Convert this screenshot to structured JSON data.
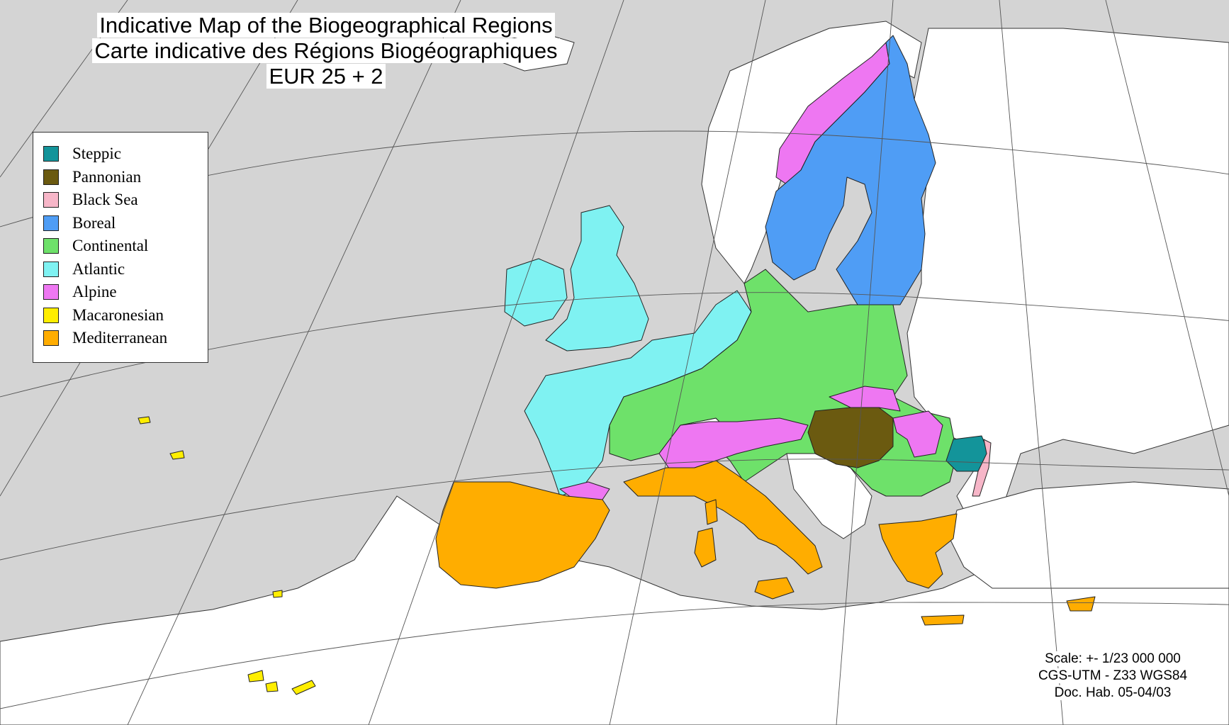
{
  "title": {
    "line1": "Indicative Map of the Biogeographical Regions",
    "line2": "Carte indicative des Régions Biogéographiques",
    "line3": "EUR 25 + 2"
  },
  "legend": {
    "items": [
      {
        "label": "Steppic",
        "color": "#13949a"
      },
      {
        "label": "Pannonian",
        "color": "#6b5a10"
      },
      {
        "label": "Black Sea",
        "color": "#f7b6c8"
      },
      {
        "label": "Boreal",
        "color": "#4f9df5"
      },
      {
        "label": "Continental",
        "color": "#6ee16a"
      },
      {
        "label": "Atlantic",
        "color": "#7ff2f2"
      },
      {
        "label": "Alpine",
        "color": "#ee77f2"
      },
      {
        "label": "Macaronesian",
        "color": "#ffee00"
      },
      {
        "label": "Mediterranean",
        "color": "#ffad00"
      }
    ]
  },
  "scale_info": {
    "line1": "Scale: +- 1/23 000 000",
    "line2": "CGS-UTM - Z33 WGS84",
    "line3": "Doc. Hab. 05-04/03"
  },
  "colors": {
    "sea": "#d4d4d4",
    "non_eu_land": "#ffffff",
    "borders": "#222222",
    "graticule": "#555555"
  }
}
